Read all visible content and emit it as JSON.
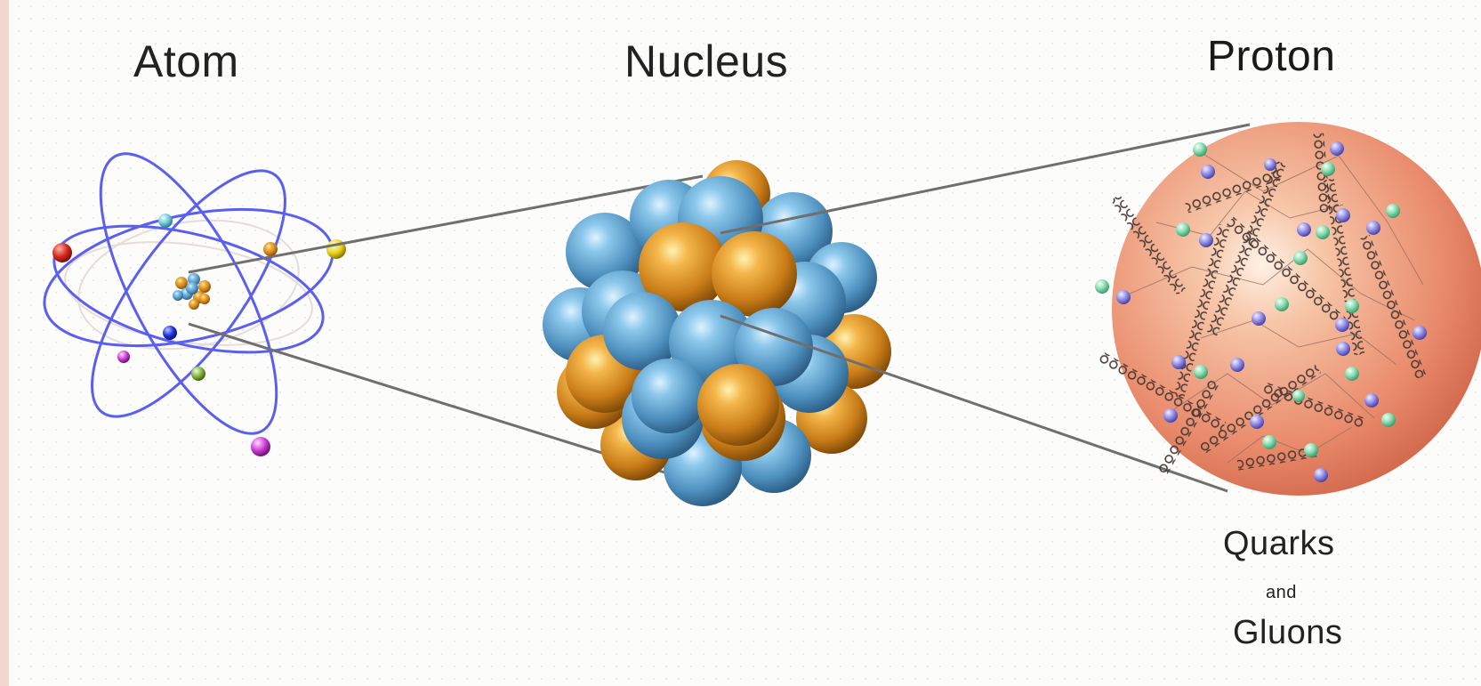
{
  "labels": {
    "atom": "Atom",
    "nucleus": "Nucleus",
    "proton": "Proton",
    "quarks": "Quarks",
    "and": "and",
    "gluons": "Gluons"
  },
  "colors": {
    "orbit": "#5b5ff0",
    "zoom_line": "#6f6f6f",
    "proton_base": "#e98b6c",
    "proton_color": "#b9e9c9",
    "neutron_color": "#6fb3dc",
    "nucleon_orange": "#e39a2f",
    "quark_green": "#8fe0b4",
    "quark_violet": "#9a94ea",
    "gluon_coil": "#4a3a36"
  },
  "icons": [
    "atom-diagram",
    "nucleus-sphere-cluster",
    "proton-sphere"
  ]
}
